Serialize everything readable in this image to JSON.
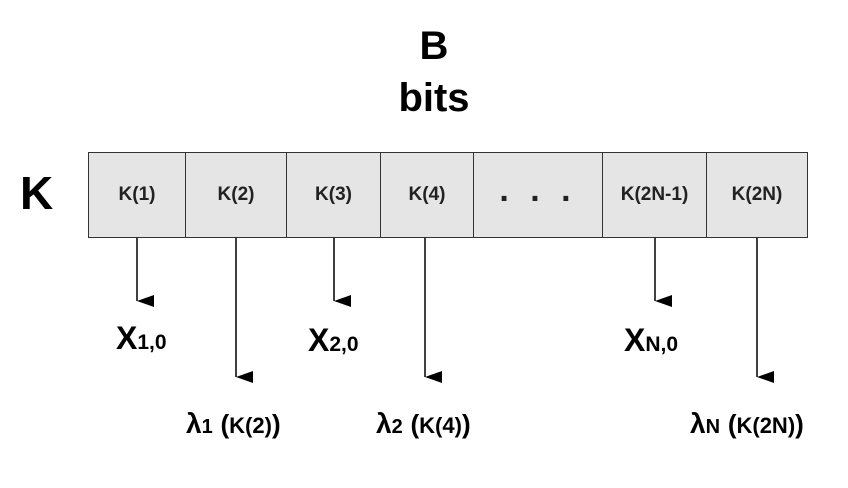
{
  "title": {
    "line1": "B",
    "line2": "bits"
  },
  "row_label": "K",
  "cells": [
    "K(1)",
    "K(2)",
    "K(3)",
    "K(4)",
    ". . .",
    "K(2N-1)",
    "K(2N)"
  ],
  "x_outputs": [
    {
      "base": "X",
      "sub": "1,0"
    },
    {
      "base": "X",
      "sub": "2,0"
    },
    {
      "base": "X",
      "sub": "N,0"
    }
  ],
  "lambda_outputs": [
    {
      "symbol": "λ",
      "sub": "1",
      "open": "(",
      "key": "K(2)",
      "close": ")"
    },
    {
      "symbol": "λ",
      "sub": "2",
      "open": "(",
      "key": "K(4)",
      "close": ")"
    },
    {
      "symbol": "λ",
      "sub": "N",
      "open": "(",
      "key": "K(2N)",
      "close": ")"
    }
  ]
}
